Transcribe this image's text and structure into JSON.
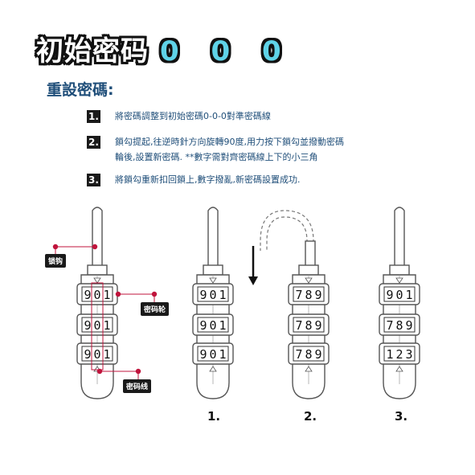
{
  "title": {
    "text": "初始密码",
    "code": "0 0 0"
  },
  "heading": "重設密碼:",
  "steps": [
    {
      "number": "1.",
      "lines": [
        "將密碼調整到初始密碼0-0-0對準密碼線"
      ]
    },
    {
      "number": "2.",
      "lines": [
        "鎖勾提起,往逆時針方向旋轉90度,用力按下鎖勾並撥動密碼",
        "輪後,設置新密碼. **數字需對齊密碼線上下的小三角"
      ]
    },
    {
      "number": "3.",
      "lines": [
        "將鎖勾重新扣回鎖上,數字撥亂,新密碼設置成功."
      ]
    }
  ],
  "callouts": {
    "hook": "锁钩",
    "wheel": "密码轮",
    "line": "密码线"
  },
  "locks": [
    {
      "label": "",
      "wheels": [
        [
          "9",
          "0",
          "1"
        ],
        [
          "9",
          "0",
          "1"
        ],
        [
          "9",
          "0",
          "1"
        ]
      ]
    },
    {
      "label": "1.",
      "wheels": [
        [
          "9",
          "0",
          "1"
        ],
        [
          "9",
          "0",
          "1"
        ],
        [
          "9",
          "0",
          "1"
        ]
      ]
    },
    {
      "label": "2.",
      "wheels": [
        [
          "7",
          "8",
          "9"
        ],
        [
          "7",
          "8",
          "9"
        ],
        [
          "7",
          "8",
          "9"
        ]
      ]
    },
    {
      "label": "3.",
      "wheels": [
        [
          "9",
          "0",
          "1"
        ],
        [
          "7",
          "8",
          "9"
        ],
        [
          "1",
          "2",
          "3"
        ]
      ]
    }
  ],
  "colors": {
    "marker": "#c0143c",
    "line": "#555555",
    "heading": "#1f4e79",
    "title_fill": "#5fd3e8"
  }
}
